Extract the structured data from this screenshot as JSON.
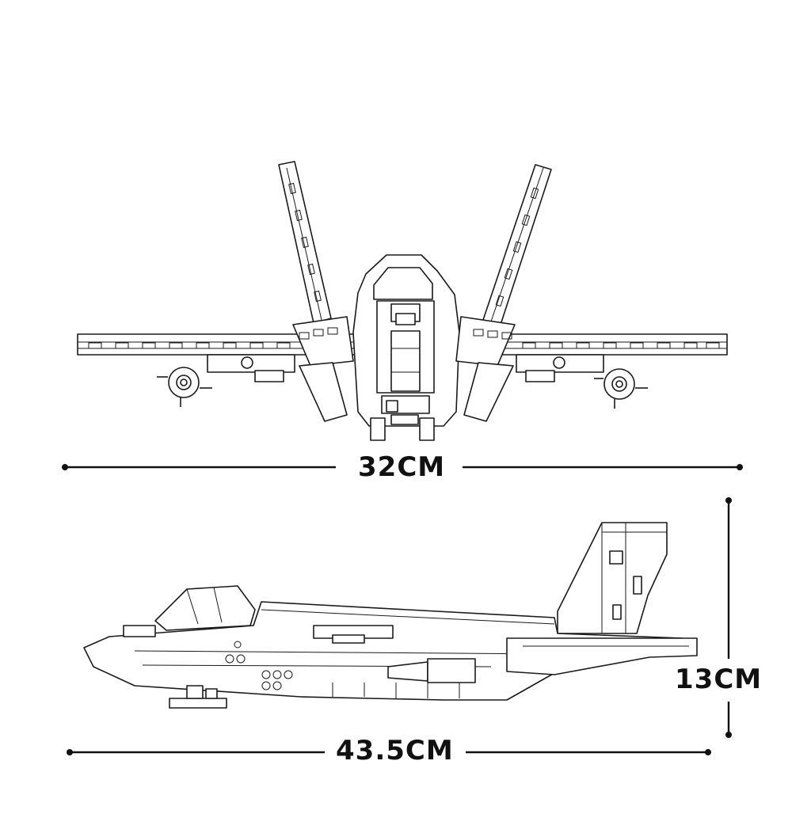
{
  "dimensions": {
    "width": "32CM",
    "length": "43.5CM",
    "height": "13CM"
  },
  "colors": {
    "line": "#1a1a1a",
    "background": "#ffffff"
  }
}
